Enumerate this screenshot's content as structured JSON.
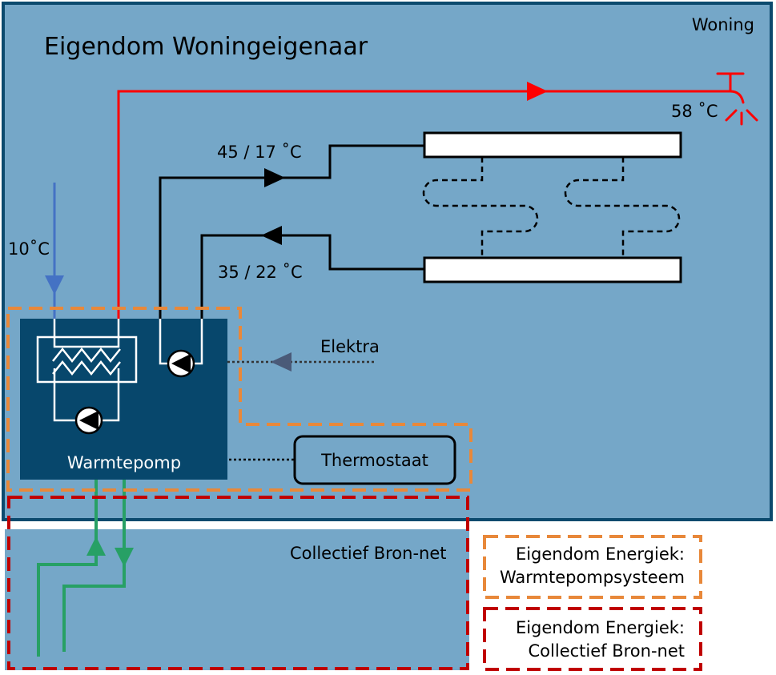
{
  "house": {
    "label": "Woning",
    "owner_title": "Eigendom Woningeigenaar"
  },
  "temperatures": {
    "hot_water": "58 ˚C",
    "supply": "45 / 17 ˚C",
    "return": "35 / 22 ˚C",
    "cold_inlet": "10˚C"
  },
  "components": {
    "heat_pump": "Warmtepomp",
    "electricity": "Elektra",
    "thermostat": "Thermostaat"
  },
  "source_net": {
    "label": "Collectief Bron-net"
  },
  "legend": {
    "heatpump_system_line1": "Eigendom Energiek:",
    "heatpump_system_line2": "Warmtepompsysteem",
    "source_net_line1": "Eigendom Energiek:",
    "source_net_line2": "Collectief Bron-net"
  },
  "colors": {
    "house_fill": "#75a7c8",
    "house_border": "#0c4a6e",
    "heat_pump_fill": "#07476c",
    "hot_water_pipe": "#ff0000",
    "cold_water_pipe": "#4472c4",
    "source_pipe": "#27a065",
    "heatpump_system_boundary": "#e8883a",
    "source_net_boundary": "#c00000"
  },
  "icons": [
    "heat-exchanger-icon",
    "pump-icon",
    "tap-icon",
    "radiator-icon",
    "underfloor-heating-icon"
  ]
}
